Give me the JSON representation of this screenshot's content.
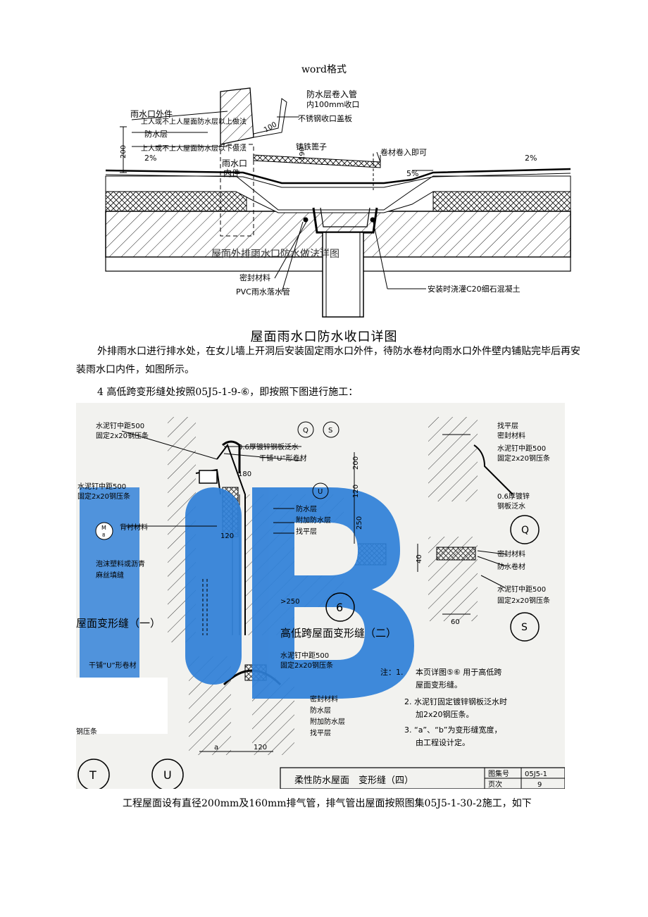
{
  "header": {
    "text": "word格式"
  },
  "figure1": {
    "caption": "屋面雨水口防水收口详图",
    "labels": {
      "roll_into_pipe": "防水层卷入管",
      "inner_100": "内100mm收口",
      "stainless_cover": "不锈钢收口盖板",
      "outlet_outer": "雨水口外件",
      "above_waterproof": "上人或不上人屋面防水层以上做法",
      "waterproof_layer": "防水层",
      "below_waterproof": "上人或不上人屋面防水层以下做法",
      "dim_100": "100",
      "dim_200": "200",
      "dim_190": "190",
      "cast_grate": "铸铁篦子",
      "roll_membrane": "卷材卷入即可",
      "slope_2pct_left": "2%",
      "slope_2pct_right": "2%",
      "slope_5pct": "5%",
      "outlet_inner_1": "雨水口",
      "outlet_inner_2": "内件",
      "overlay_title": "屋面外排雨水口防水做法详图",
      "sealant": "密封材料",
      "pvc_pipe": "PVC雨水落水管",
      "install_concrete": "安装时浇灌C20细石混凝土"
    }
  },
  "paragraphs": {
    "p1": "外排雨水口进行排水处，在女儿墙上开洞后安装固定雨水口外件，待防水卷材向雨水口外件壁内铺贴完毕后再安装雨水口内件，如图所示。",
    "p2": "4 高低跨变形缝处按照05J5-1-9-⑥，即按照下图进行施工：",
    "p3": "工程屋面设有直径200mm及160mm排气管，排气管出屋面按照图集05J5-1-30-2施工，如下"
  },
  "figure2": {
    "labels": {
      "nail_500_a": "水泥钉中距500",
      "fix_strip_a": "固定2x20钢压条",
      "galv_06": "0.6厚镀锌钢板泛水",
      "dry_u": "干铺“U”形卷材",
      "dim_180": "180",
      "dim_200": "200",
      "dim_120_v": "120",
      "dim_250_v": "250",
      "nail_500_b": "水泥钉中距500",
      "fix_strip_b": "固定2x20钢压条",
      "backing": "背衬材料",
      "waterproof": "防水层",
      "add_waterproof": "附加防水层",
      "leveling": "找平层",
      "foam_fill_1": "泡沫塑料或沥青",
      "foam_fill_2": "麻丝填缝",
      "dim_120_h": "120",
      "dim_250_h": ">250",
      "circle_6": "6",
      "title_one": "屋面变形缝（一）",
      "title_two": "高低跨屋面变形缝（二）",
      "circle_q": "Q",
      "circle_s": "S",
      "circle_u": "U",
      "circle_m": "M",
      "circle_8": "8",
      "circle_t": "T",
      "circle_u2": "U",
      "right_leveling": "找平层",
      "right_sealant": "密封材料",
      "right_nail": "水泥钉中距500",
      "right_strip": "固定2x20钢压条",
      "right_galv_1": "0.6厚镀锌",
      "right_galv_2": "钢板泛水",
      "right2_sealant": "密封材料",
      "right2_membrane": "防水卷材",
      "right2_nail": "水泥钉中距500",
      "right2_strip": "固定2x20钢压条",
      "dim_40": "40",
      "dim_60": "60",
      "lower_dry_u": "干铺“U”形卷材",
      "lower_nail": "水泥钉中距500",
      "lower_strip": "固定2x20钢压条",
      "lower_sealant": "密封材料",
      "lower_waterproof": "防水层",
      "lower_add": "附加防水层",
      "lower_leveling": "找平层",
      "lower_steel": "钢压条",
      "dim_a": "a",
      "dim_120_b": "120",
      "note_head": "注：1.",
      "note1a": "本页详图⑤⑥ 用于高低跨",
      "note1b": "屋面变形缝。",
      "note2a": "2. 水泥钉固定镀锌钢板泛水时",
      "note2b": "加2x20钢压条。",
      "note3a": "3. “a”、“b”为变形缝宽度，",
      "note3b": "由工程设计定。",
      "tb_title": "柔性防水屋面　变形缝（四）",
      "tb_atlas": "图集号",
      "tb_code": "05J5-1",
      "tb_page": "页次",
      "tb_num": "9"
    }
  }
}
